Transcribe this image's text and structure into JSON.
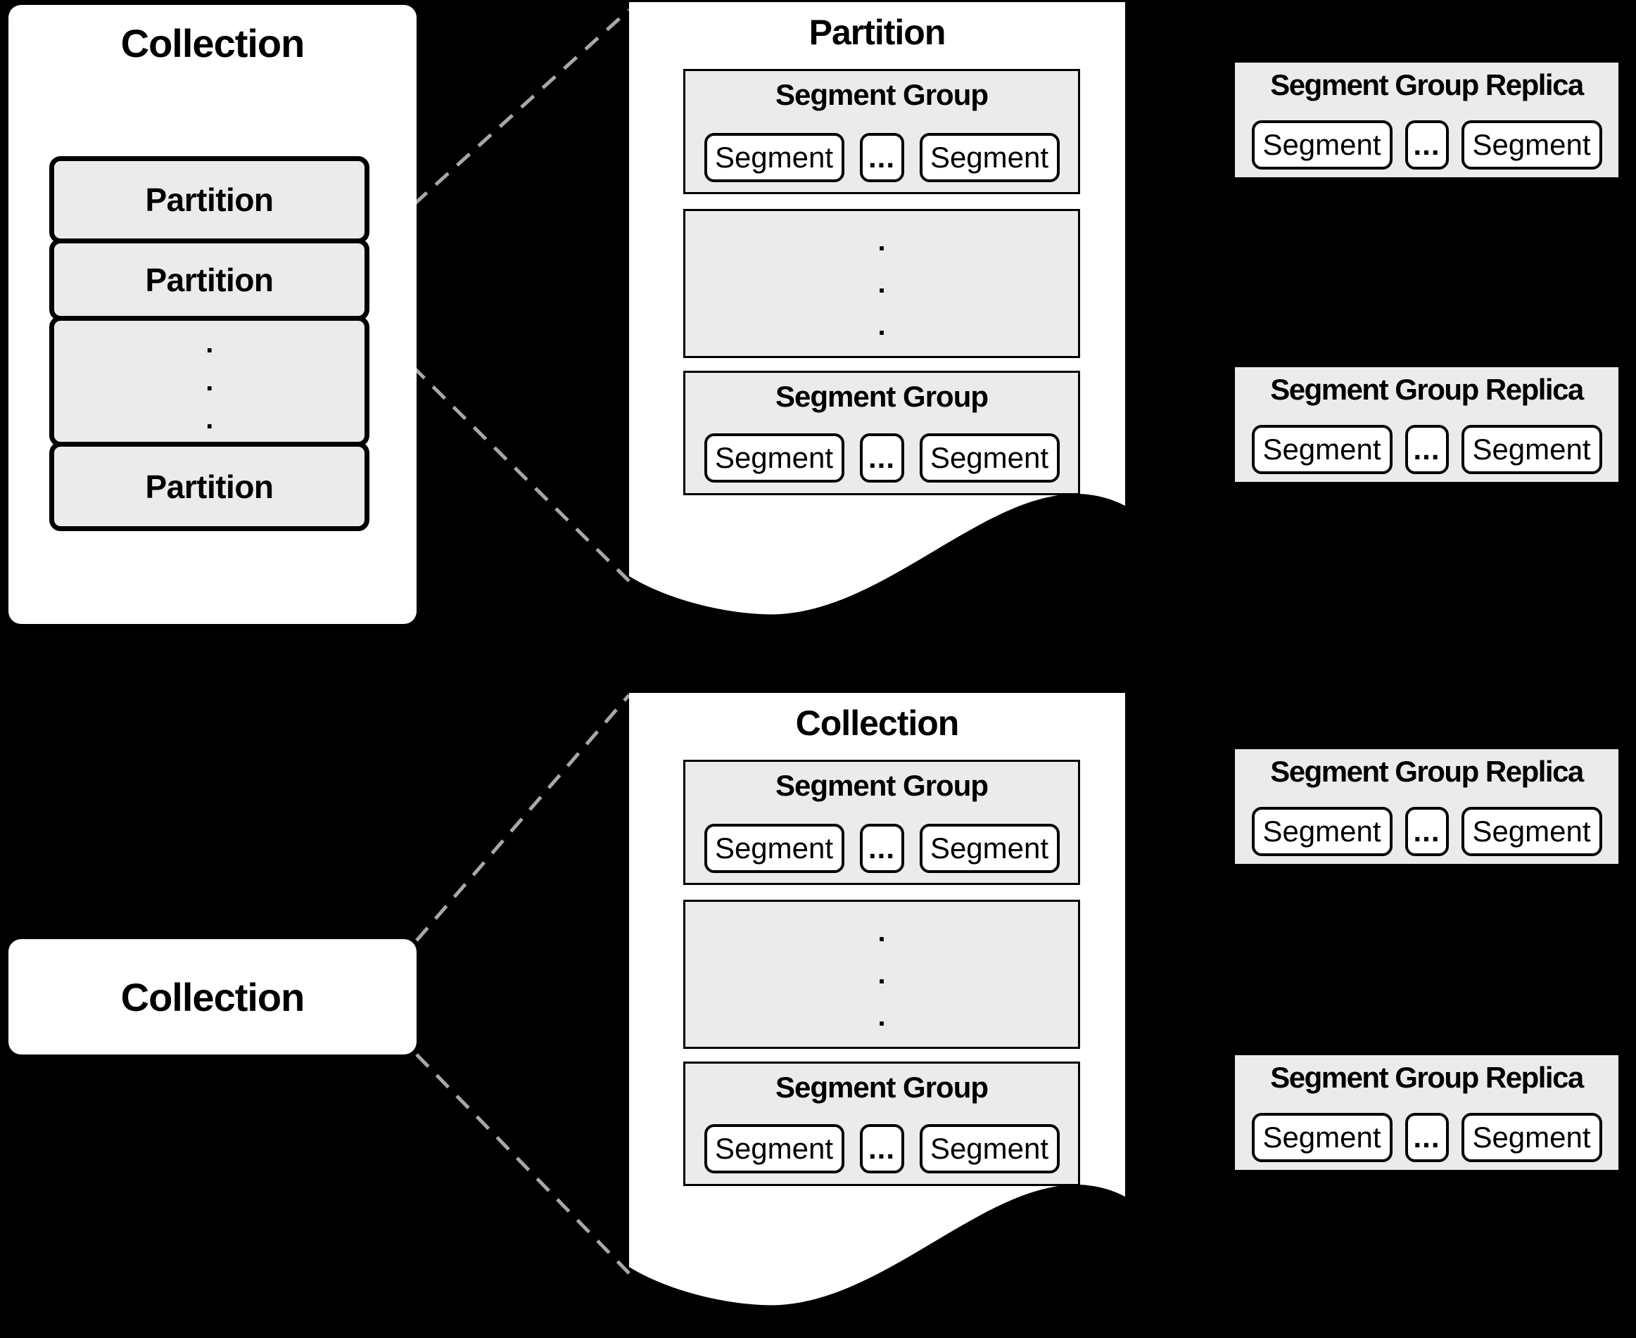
{
  "colors": {
    "background": "#000000",
    "panel": "#ffffff",
    "group_fill": "#ebebeb",
    "border": "#000000",
    "dashed": "#a8a8a8"
  },
  "left_collection": {
    "title": "Collection",
    "partitions": [
      "Partition",
      "Partition",
      "Partition"
    ],
    "vertical_ellipsis": ".\n.\n."
  },
  "detail_boxes": [
    {
      "title": "Partition",
      "vertical_ellipsis": ".\n.\n.",
      "groups": [
        {
          "title": "Segment Group",
          "segments": [
            "Segment",
            "Segment"
          ],
          "ellipsis": "..."
        },
        {
          "title": "Segment Group",
          "segments": [
            "Segment",
            "Segment"
          ],
          "ellipsis": "..."
        }
      ]
    },
    {
      "title": "Collection",
      "vertical_ellipsis": ".\n.\n.",
      "groups": [
        {
          "title": "Segment Group",
          "segments": [
            "Segment",
            "Segment"
          ],
          "ellipsis": "..."
        },
        {
          "title": "Segment Group",
          "segments": [
            "Segment",
            "Segment"
          ],
          "ellipsis": "..."
        }
      ]
    }
  ],
  "replicas": [
    {
      "title": "Segment Group Replica",
      "segments": [
        "Segment",
        "Segment"
      ],
      "ellipsis": "..."
    },
    {
      "title": "Segment Group Replica",
      "segments": [
        "Segment",
        "Segment"
      ],
      "ellipsis": "..."
    },
    {
      "title": "Segment Group Replica",
      "segments": [
        "Segment",
        "Segment"
      ],
      "ellipsis": "..."
    },
    {
      "title": "Segment Group Replica",
      "segments": [
        "Segment",
        "Segment"
      ],
      "ellipsis": "..."
    }
  ],
  "bottom_collection": {
    "title": "Collection"
  }
}
